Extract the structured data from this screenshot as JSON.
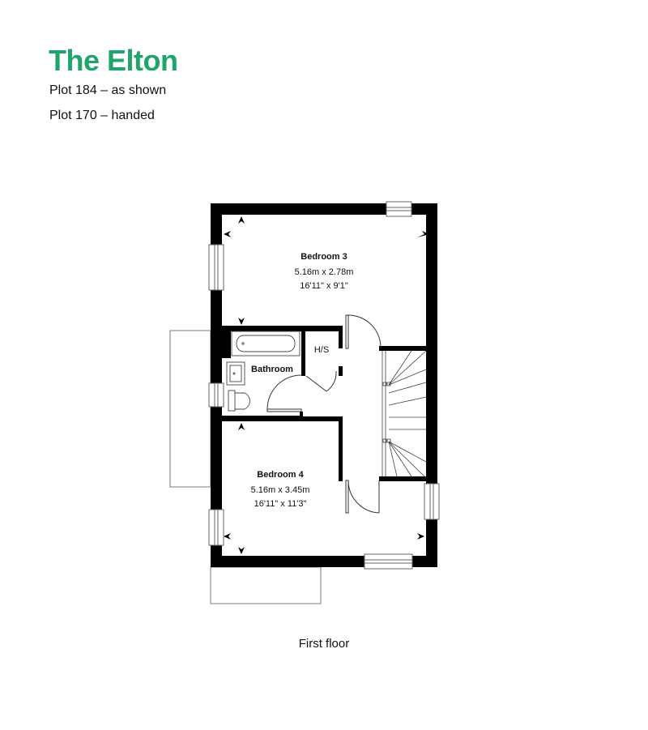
{
  "header": {
    "title": "The Elton",
    "plots": [
      "Plot 184 – as shown",
      "Plot 170 – handed"
    ]
  },
  "rooms": [
    {
      "name": "Bedroom 3",
      "metric": "5.16m x 2.78m",
      "imperial": "16'11\" x 9'1\""
    },
    {
      "name": "Bedroom 4",
      "metric": "5.16m x 3.45m",
      "imperial": "16'11\" x 11'3\""
    },
    {
      "name": "Bathroom"
    },
    {
      "name": "H/S"
    }
  ],
  "caption": "First floor",
  "colors": {
    "brand": "#1fa56b",
    "wall": "#000000"
  }
}
